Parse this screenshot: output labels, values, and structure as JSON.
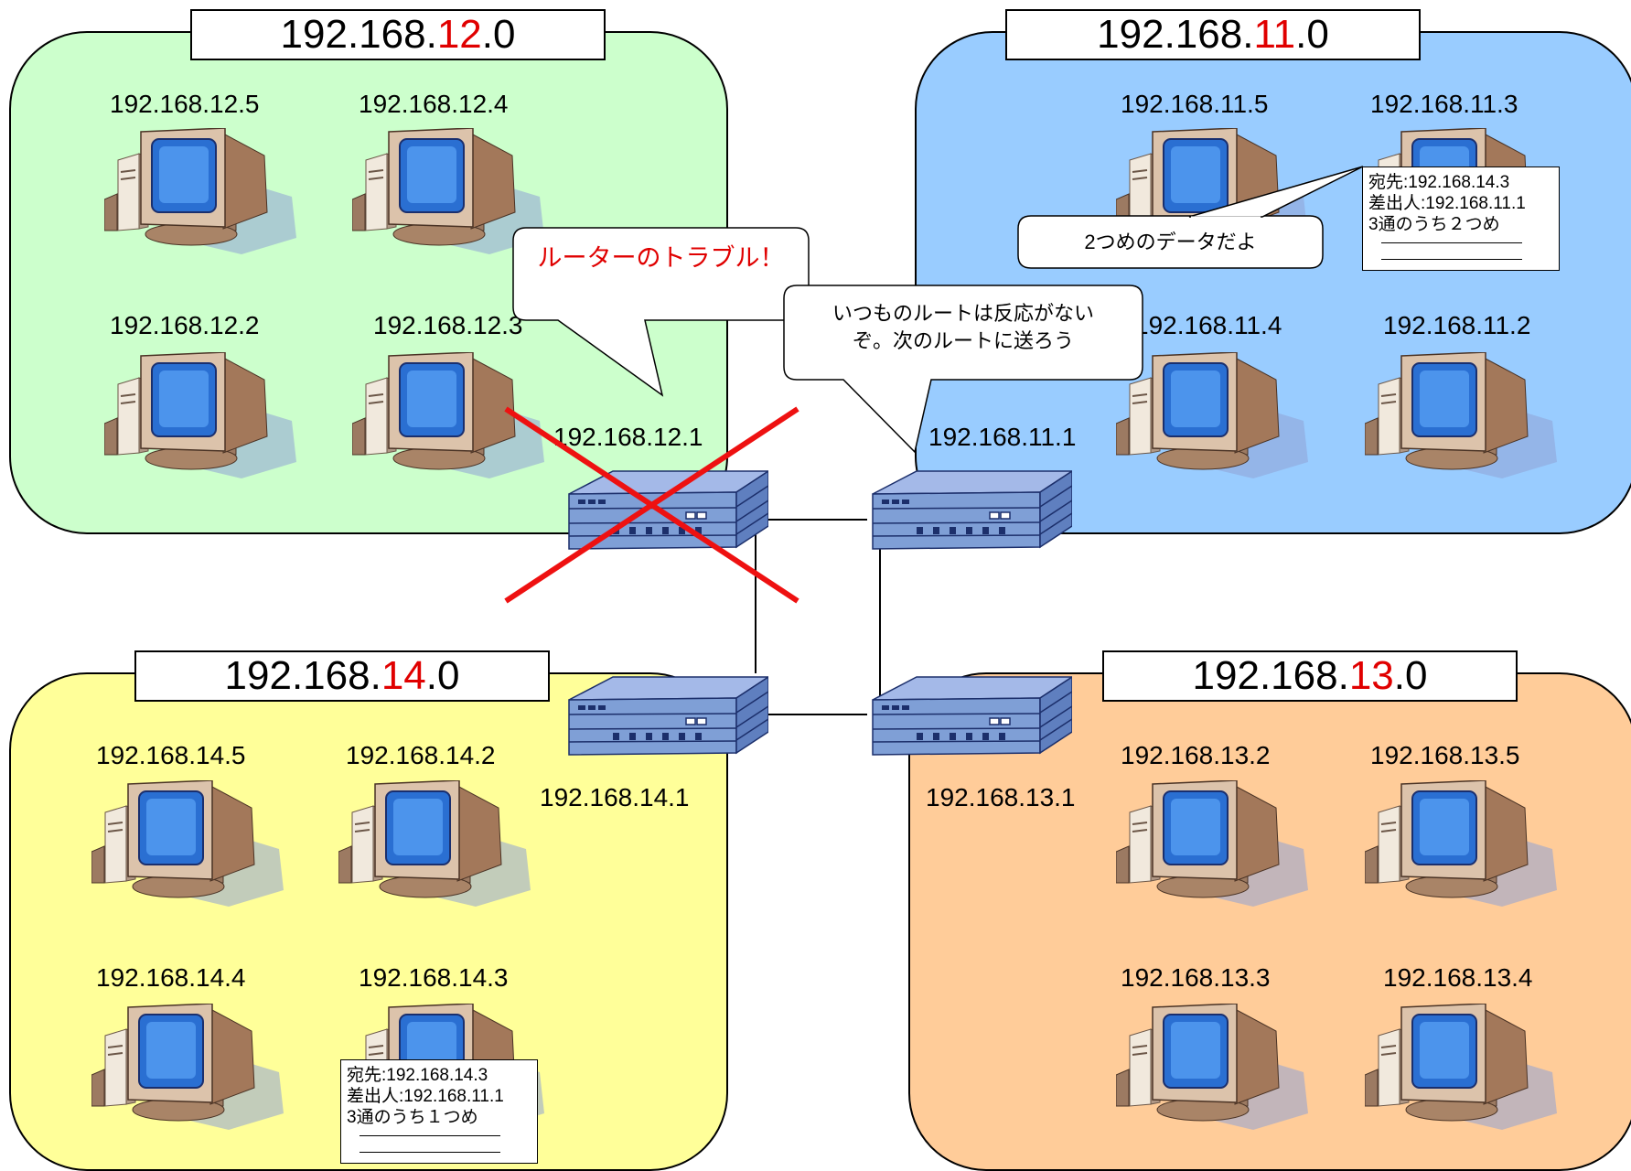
{
  "networks": [
    {
      "id": "12",
      "prefix": "192.168.",
      "octet": "12",
      "suffix": ".0",
      "color": "#ccffcc"
    },
    {
      "id": "11",
      "prefix": "192.168.",
      "octet": "11",
      "suffix": ".0",
      "color": "#99ccff"
    },
    {
      "id": "14",
      "prefix": "192.168.",
      "octet": "14",
      "suffix": ".0",
      "color": "#ffff99"
    },
    {
      "id": "13",
      "prefix": "192.168.",
      "octet": "13",
      "suffix": ".0",
      "color": "#ffcc99"
    }
  ],
  "hosts": {
    "n12": [
      "192.168.12.5",
      "192.168.12.4",
      "192.168.12.2",
      "192.168.12.3"
    ],
    "n11": [
      "192.168.11.5",
      "192.168.11.3",
      "192.168.11.4",
      "192.168.11.2"
    ],
    "n14": [
      "192.168.14.5",
      "192.168.14.2",
      "192.168.14.4",
      "192.168.14.3"
    ],
    "n13": [
      "192.168.13.2",
      "192.168.13.5",
      "192.168.13.3",
      "192.168.13.4"
    ]
  },
  "routers": {
    "r12": "192.168.12.1",
    "r11": "192.168.11.1",
    "r14": "192.168.14.1",
    "r13": "192.168.13.1"
  },
  "callouts": {
    "trouble": "ルーターのトラブル！",
    "reroute_line1": "いつものルートは反応がない",
    "reroute_line2": "ぞ。次のルートに送ろう",
    "second_data": "2つめのデータだよ"
  },
  "packets": {
    "packet_upper": {
      "to": "宛先:192.168.14.3",
      "from": "差出人:192.168.11.1",
      "part": "3通のうち２つめ"
    },
    "packet_lower": {
      "to": "宛先:192.168.14.3",
      "from": "差出人:192.168.11.1",
      "part": "3通のうち１つめ"
    }
  },
  "colors": {
    "highlight": "#e00000",
    "cross": "#ee1111",
    "router": "#7f9fd6"
  }
}
